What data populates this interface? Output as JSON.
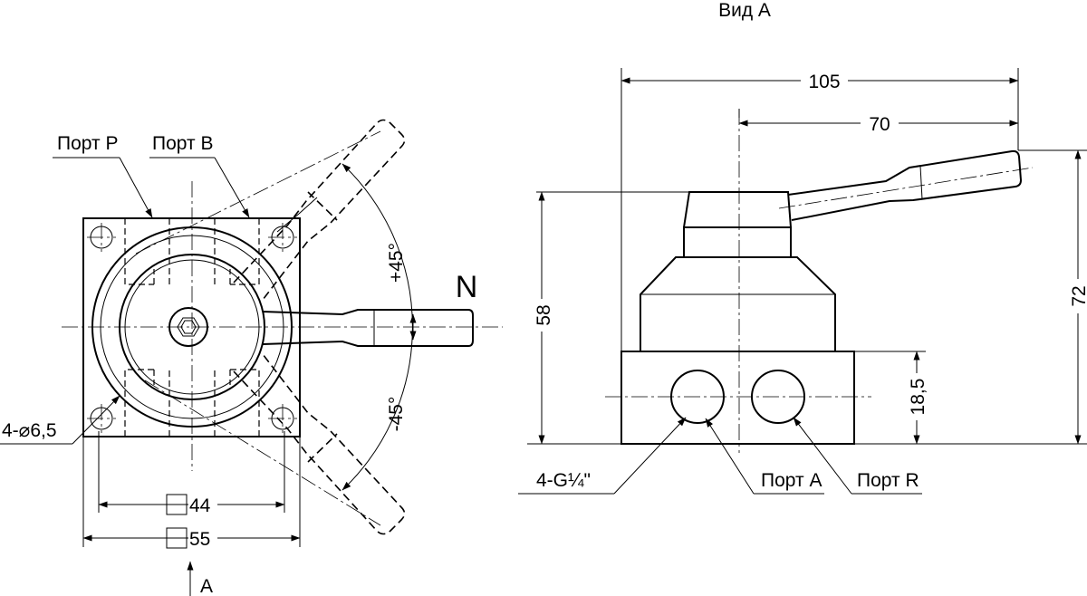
{
  "labels": {
    "view_title": "Вид А",
    "port_p": "Порт P",
    "port_b": "Порт B",
    "port_a": "Порт A",
    "port_r": "Порт R",
    "position_n": "N",
    "plus_angle": "+45°",
    "minus_angle": "-45°",
    "holes": "4-⌀6,5",
    "thread": "4-G¼\"",
    "view_arrow": "А"
  },
  "dimensions": {
    "inner_square": "44",
    "outer_square": "55",
    "overall_width": "105",
    "handle_offset": "70",
    "body_height": "58",
    "total_height": "72",
    "port_height": "18,5"
  }
}
